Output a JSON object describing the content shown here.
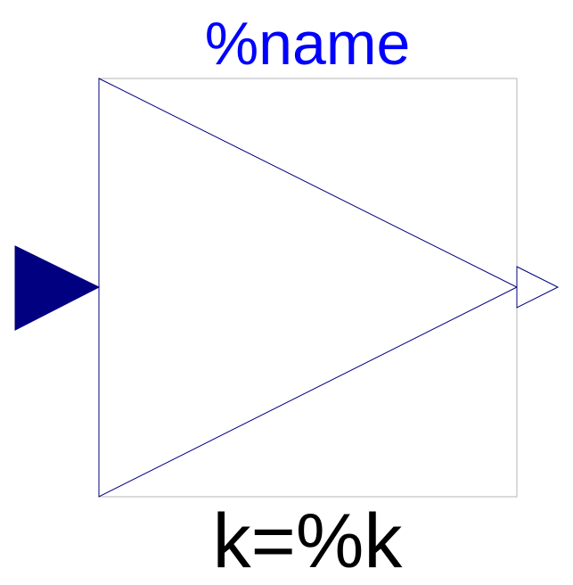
{
  "diagram": {
    "name_label": "%name",
    "gain_label": "k=%k",
    "colors": {
      "background": "#ffffff",
      "block_border": "#b4b4b4",
      "triangle_stroke": "#000080",
      "input_port_fill": "#000080",
      "output_port_stroke": "#000080",
      "name_text": "#0000ff",
      "gain_text": "#000000"
    },
    "ports": {
      "input_icon": "filled-triangle-right",
      "output_icon": "outlined-triangle-right"
    }
  }
}
